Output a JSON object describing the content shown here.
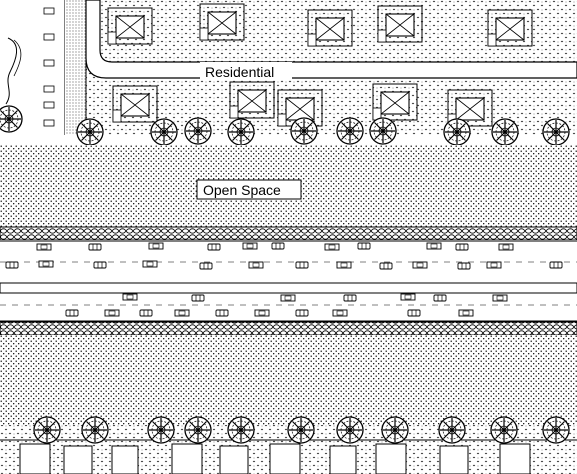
{
  "labels": {
    "residential": "Residential",
    "open_space": "Open Space"
  },
  "colors": {
    "ink": "#000000",
    "paper": "#ffffff"
  },
  "features": {
    "land_use_zones": [
      "residential",
      "open-space",
      "road-corridor",
      "hedge-strip"
    ],
    "north_houses": 10,
    "south_houses": 10,
    "north_trees": 11,
    "south_trees": 11,
    "traffic_lanes": 4
  }
}
